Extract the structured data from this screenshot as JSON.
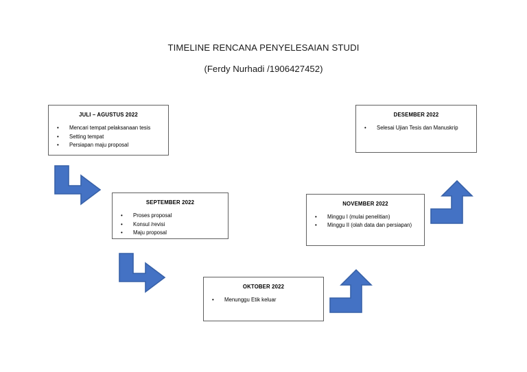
{
  "document": {
    "title": "TIMELINE RENCANA PENYELESAIAN STUDI",
    "subtitle": "(Ferdy Nurhadi /1906427452)"
  },
  "style": {
    "arrow_fill": "#4472C4",
    "arrow_stroke": "#3761A8",
    "box_border": "#5F5F5F",
    "background": "#FFFFFF",
    "text_color": "#000000"
  },
  "bullet_glyph": "•",
  "boxes": [
    {
      "id": "juli-agustus",
      "heading": "JULI – AGUSTUS 2022",
      "items": [
        "Mencari tempat pelaksanaan tesis",
        "Setting tempat",
        "Persiapan maju proposal"
      ]
    },
    {
      "id": "september",
      "heading": "SEPTEMBER 2022",
      "items": [
        "Proses proposal",
        "Konsul /revisi",
        "Maju proposal"
      ]
    },
    {
      "id": "oktober",
      "heading": "OKTOBER 2022",
      "items": [
        "Menunggu Etik keluar"
      ]
    },
    {
      "id": "november",
      "heading": "NOVEMBER 2022",
      "items": [
        "Minggu I (mulai penelitian)",
        "Minggu II (olah data dan persiapan)"
      ]
    },
    {
      "id": "desember",
      "heading": "DESEMBER 2022",
      "items": [
        "Selesai Ujian Tesis dan Manuskrip"
      ]
    }
  ],
  "arrows": [
    {
      "id": "juli-to-september",
      "direction": "down-then-right"
    },
    {
      "id": "september-to-oktober",
      "direction": "down-then-right"
    },
    {
      "id": "oktober-to-november",
      "direction": "right-then-up"
    },
    {
      "id": "november-to-desember",
      "direction": "right-then-up"
    }
  ]
}
